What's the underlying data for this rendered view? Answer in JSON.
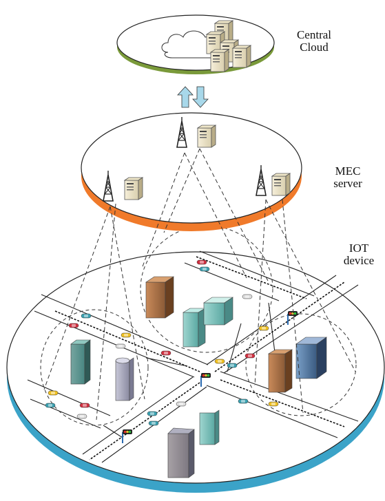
{
  "labels": {
    "cloud": [
      "Central",
      "Cloud"
    ],
    "mec": [
      "MEC",
      "server"
    ],
    "iot": [
      "IOT",
      "device"
    ]
  },
  "tiers": [
    {
      "name": "central-cloud",
      "rim_color": "#7a9a3a"
    },
    {
      "name": "mec-server",
      "rim_color": "#f07a2a"
    },
    {
      "name": "iot-device",
      "rim_color": "#3ba3c8"
    }
  ],
  "colors": {
    "arrow": "#a8d8ea",
    "road": "#ffffff",
    "dashed_link": "#333333"
  },
  "icons": [
    "cloud-icon",
    "server-icon",
    "cell-tower-icon",
    "building-icon",
    "car-icon",
    "traffic-light-icon"
  ]
}
